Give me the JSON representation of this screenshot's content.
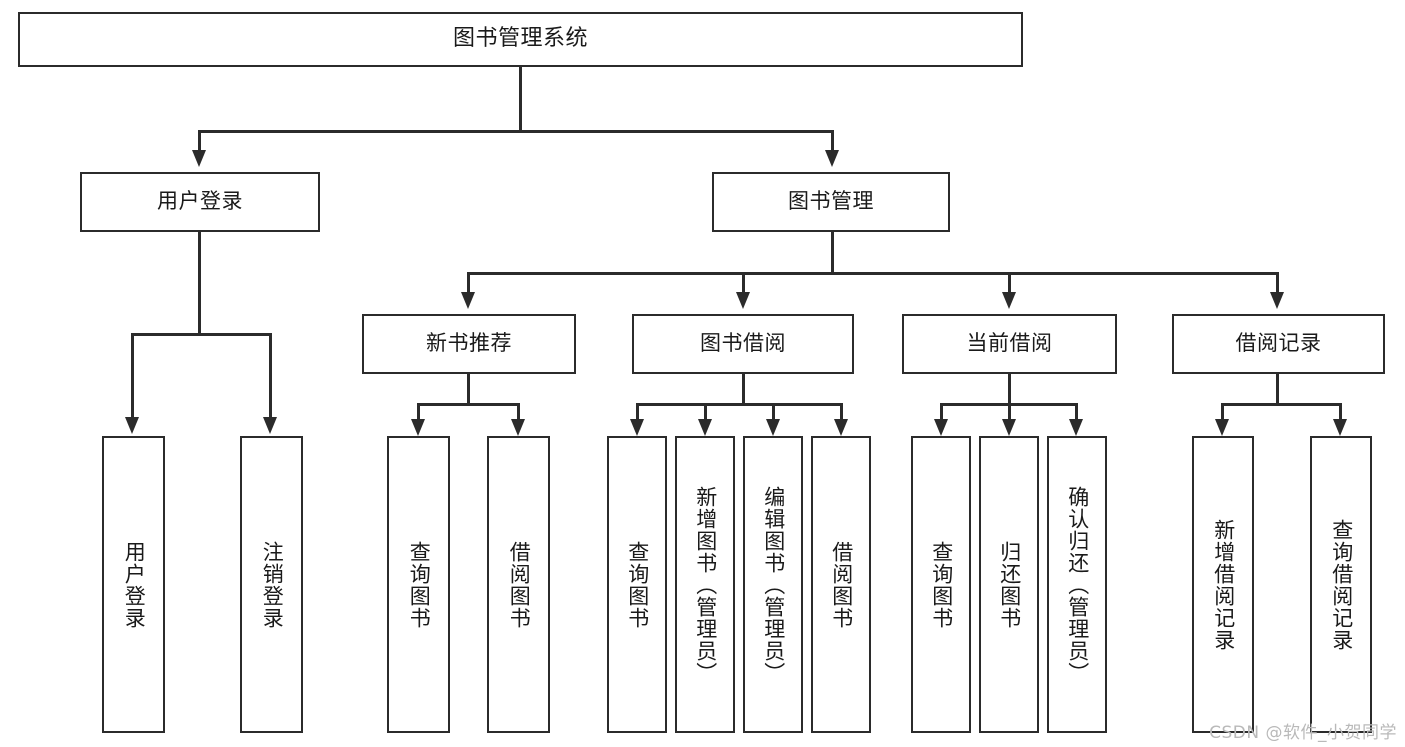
{
  "diagram": {
    "title": "图书管理系统",
    "type": "tree-hierarchy-diagram",
    "colors": {
      "border": "#2b2b2b",
      "fill": "#ffffff",
      "text": "#1a1a1a",
      "background": "#ffffff",
      "watermark": "#b9b9b9"
    },
    "root": {
      "label": "图书管理系统"
    },
    "level2": [
      {
        "label": "用户登录"
      },
      {
        "label": "图书管理"
      }
    ],
    "level3": [
      {
        "label": "新书推荐"
      },
      {
        "label": "图书借阅"
      },
      {
        "label": "当前借阅"
      },
      {
        "label": "借阅记录"
      }
    ],
    "leaves": {
      "user_login": [
        {
          "label": "用户登录"
        },
        {
          "label": "注销登录"
        }
      ],
      "new_book_recommend": [
        {
          "label": "查询图书"
        },
        {
          "label": "借阅图书"
        }
      ],
      "book_borrow": [
        {
          "label": "查询图书"
        },
        {
          "label": "新增图书（管理员）"
        },
        {
          "label": "编辑图书（管理员）"
        },
        {
          "label": "借阅图书"
        }
      ],
      "current_borrow": [
        {
          "label": "查询图书"
        },
        {
          "label": "归还图书"
        },
        {
          "label": "确认归还（管理员）"
        }
      ],
      "borrow_records": [
        {
          "label": "新增借阅记录"
        },
        {
          "label": "查询借阅记录"
        }
      ]
    }
  },
  "watermark": {
    "text": "CSDN @软件_小贺同学"
  }
}
